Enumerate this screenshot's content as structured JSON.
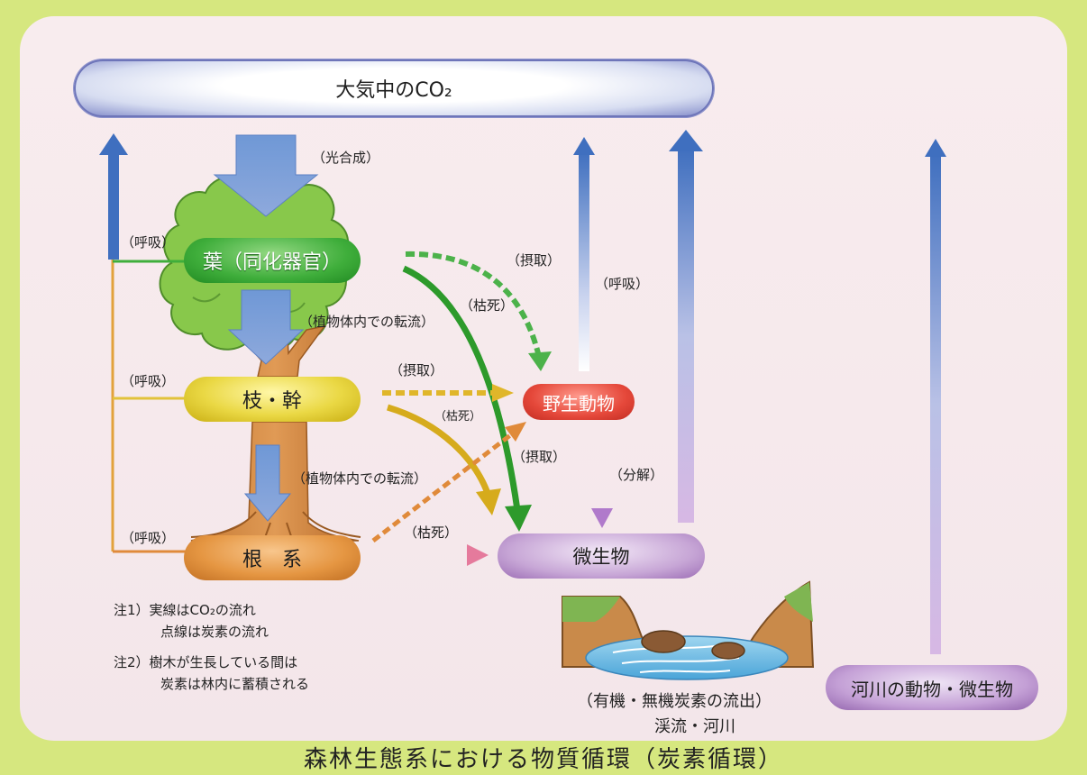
{
  "nodes": {
    "atmosphere": "大気中のCO₂",
    "leaf": "葉（同化器官）",
    "branch": "枝・幹",
    "root": "根　系",
    "wild_animal": "野生動物",
    "microorganism": "微生物",
    "river_organisms": "河川の動物・微生物"
  },
  "labels": {
    "photosynthesis": "（光合成）",
    "respiration": "（呼吸）",
    "ingestion": "（摂取）",
    "dieoff": "（枯死）",
    "decomposition": "（分解）",
    "translocation": "（植物体内での転流）",
    "outflow": "（有機・無機炭素の流出）",
    "stream": "渓流・河川"
  },
  "notes": {
    "n1_line1": "注1）実線はCO₂の流れ",
    "n1_line2": "点線は炭素の流れ",
    "n2_line1": "注2）樹木が生長している間は",
    "n2_line2": "炭素は林内に蓄積される"
  },
  "footer": "森林生態系における物質循環（炭素循環）",
  "colors": {
    "outer_bg": "#d6e77f",
    "panel_bg": "#f6e9ec",
    "co2_arrow": "#3f6fbf",
    "leaf_green": "#3fae3b",
    "branch_yellow": "#e0c92a",
    "root_orange": "#e08a3a",
    "animal_red": "#e5483a",
    "microbe_purple": "#a878c0"
  }
}
